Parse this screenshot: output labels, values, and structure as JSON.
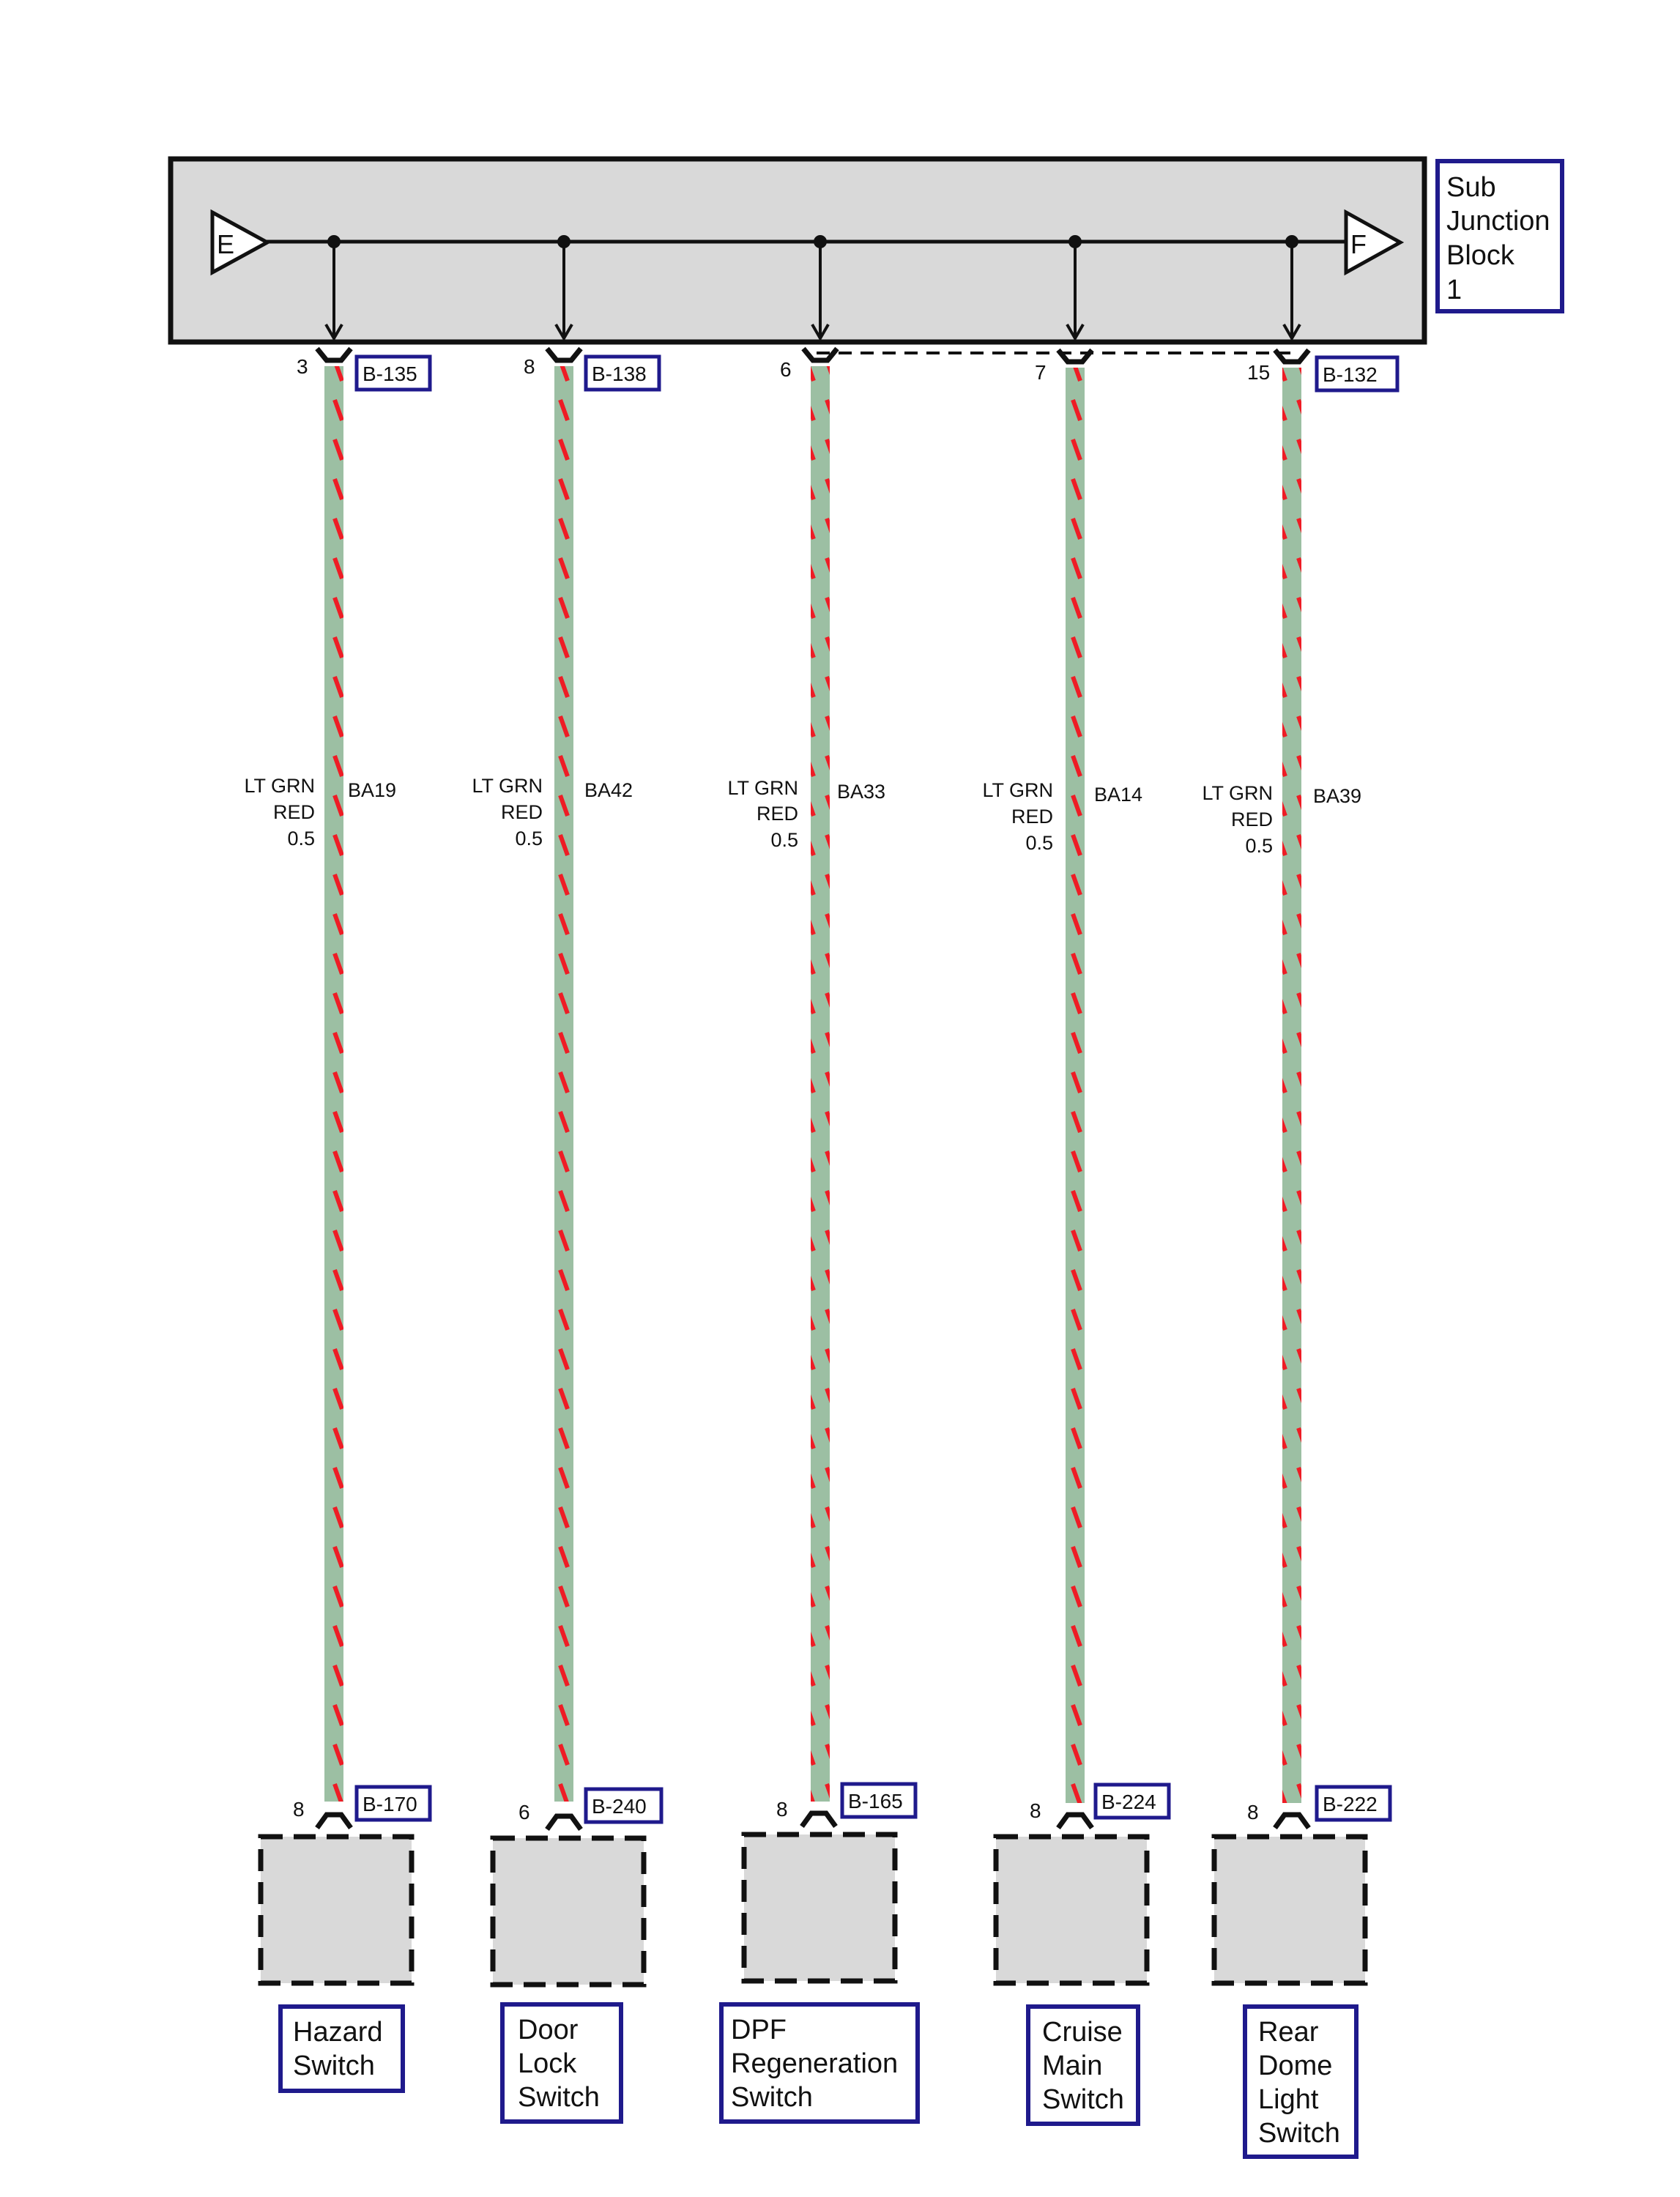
{
  "colors": {
    "wire_base": "#9cbfa3",
    "wire_stripe": "#ee1c25",
    "label_border": "#1f1a8c",
    "block_fill": "#d9d9d9"
  },
  "junction_block": {
    "label_lines": [
      "Sub",
      "Junction",
      "Block",
      "1"
    ],
    "input_node": "E",
    "output_node": "F"
  },
  "circuits": [
    {
      "id": "hazard",
      "top_pin": "3",
      "top_connector": "B-135",
      "wire_color_lines": [
        "LT GRN",
        "RED",
        "0.5"
      ],
      "circuit": "BA19",
      "bottom_pin": "8",
      "bottom_connector": "B-170",
      "device_lines": [
        "Hazard",
        "Switch"
      ]
    },
    {
      "id": "door-lock",
      "top_pin": "8",
      "top_connector": "B-138",
      "wire_color_lines": [
        "LT GRN",
        "RED",
        "0.5"
      ],
      "circuit": "BA42",
      "bottom_pin": "6",
      "bottom_connector": "B-240",
      "device_lines": [
        "Door",
        "Lock",
        "Switch"
      ]
    },
    {
      "id": "dpf-regen",
      "top_pin": "6",
      "top_connector": "",
      "wire_color_lines": [
        "LT GRN",
        "RED",
        "0.5"
      ],
      "circuit": "BA33",
      "bottom_pin": "8",
      "bottom_connector": "B-165",
      "device_lines": [
        "DPF",
        "Regeneration",
        "Switch"
      ]
    },
    {
      "id": "cruise-main",
      "top_pin": "7",
      "top_connector": "",
      "wire_color_lines": [
        "LT GRN",
        "RED",
        "0.5"
      ],
      "circuit": "BA14",
      "bottom_pin": "8",
      "bottom_connector": "B-224",
      "device_lines": [
        "Cruise",
        "Main",
        "Switch"
      ]
    },
    {
      "id": "rear-dome",
      "top_pin": "15",
      "top_connector": "B-132",
      "wire_color_lines": [
        "LT GRN",
        "RED",
        "0.5"
      ],
      "circuit": "BA39",
      "bottom_pin": "8",
      "bottom_connector": "B-222",
      "device_lines": [
        "Rear",
        "Dome",
        "Light",
        "Switch"
      ]
    }
  ]
}
